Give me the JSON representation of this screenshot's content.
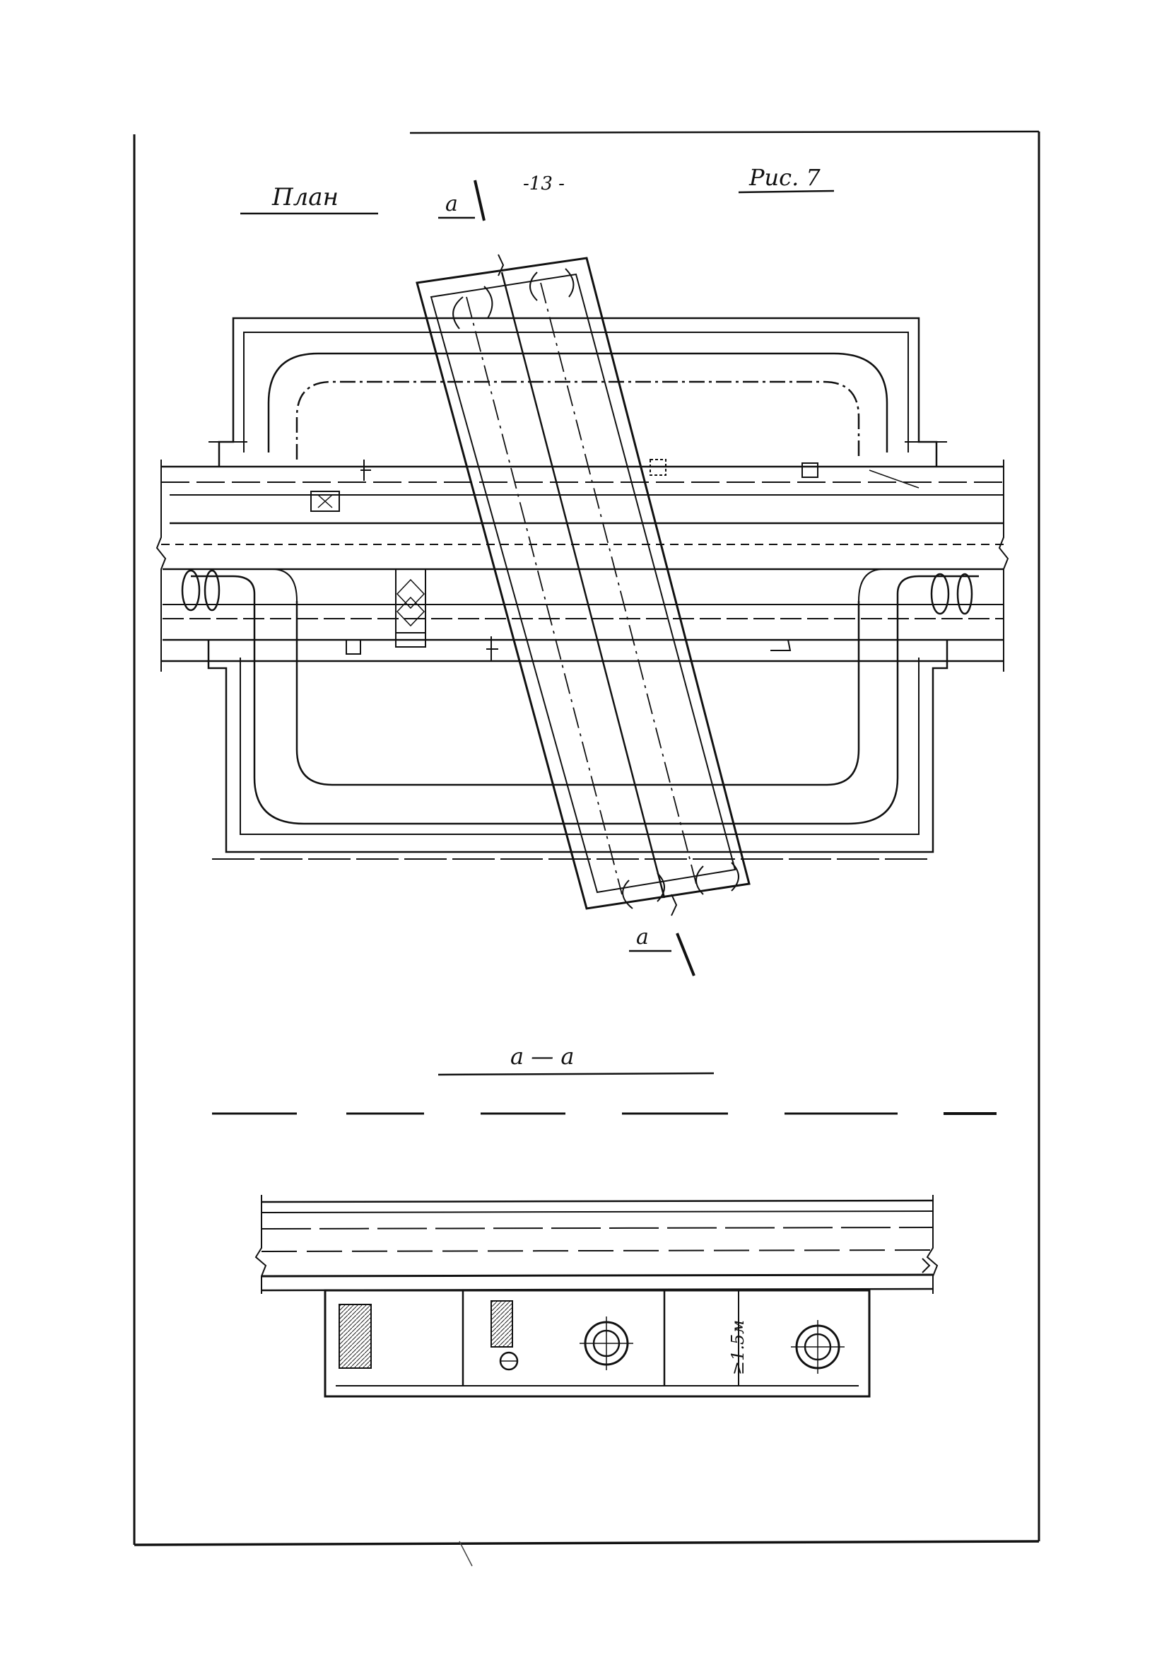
{
  "sheet": {
    "page_number": "-13 -",
    "figure_label": "Рис. 7"
  },
  "plan": {
    "title": "План",
    "section_mark_top": "а",
    "section_mark_bottom": "а"
  },
  "section": {
    "title": "а — а",
    "dimension_label": "≥1.5м"
  }
}
